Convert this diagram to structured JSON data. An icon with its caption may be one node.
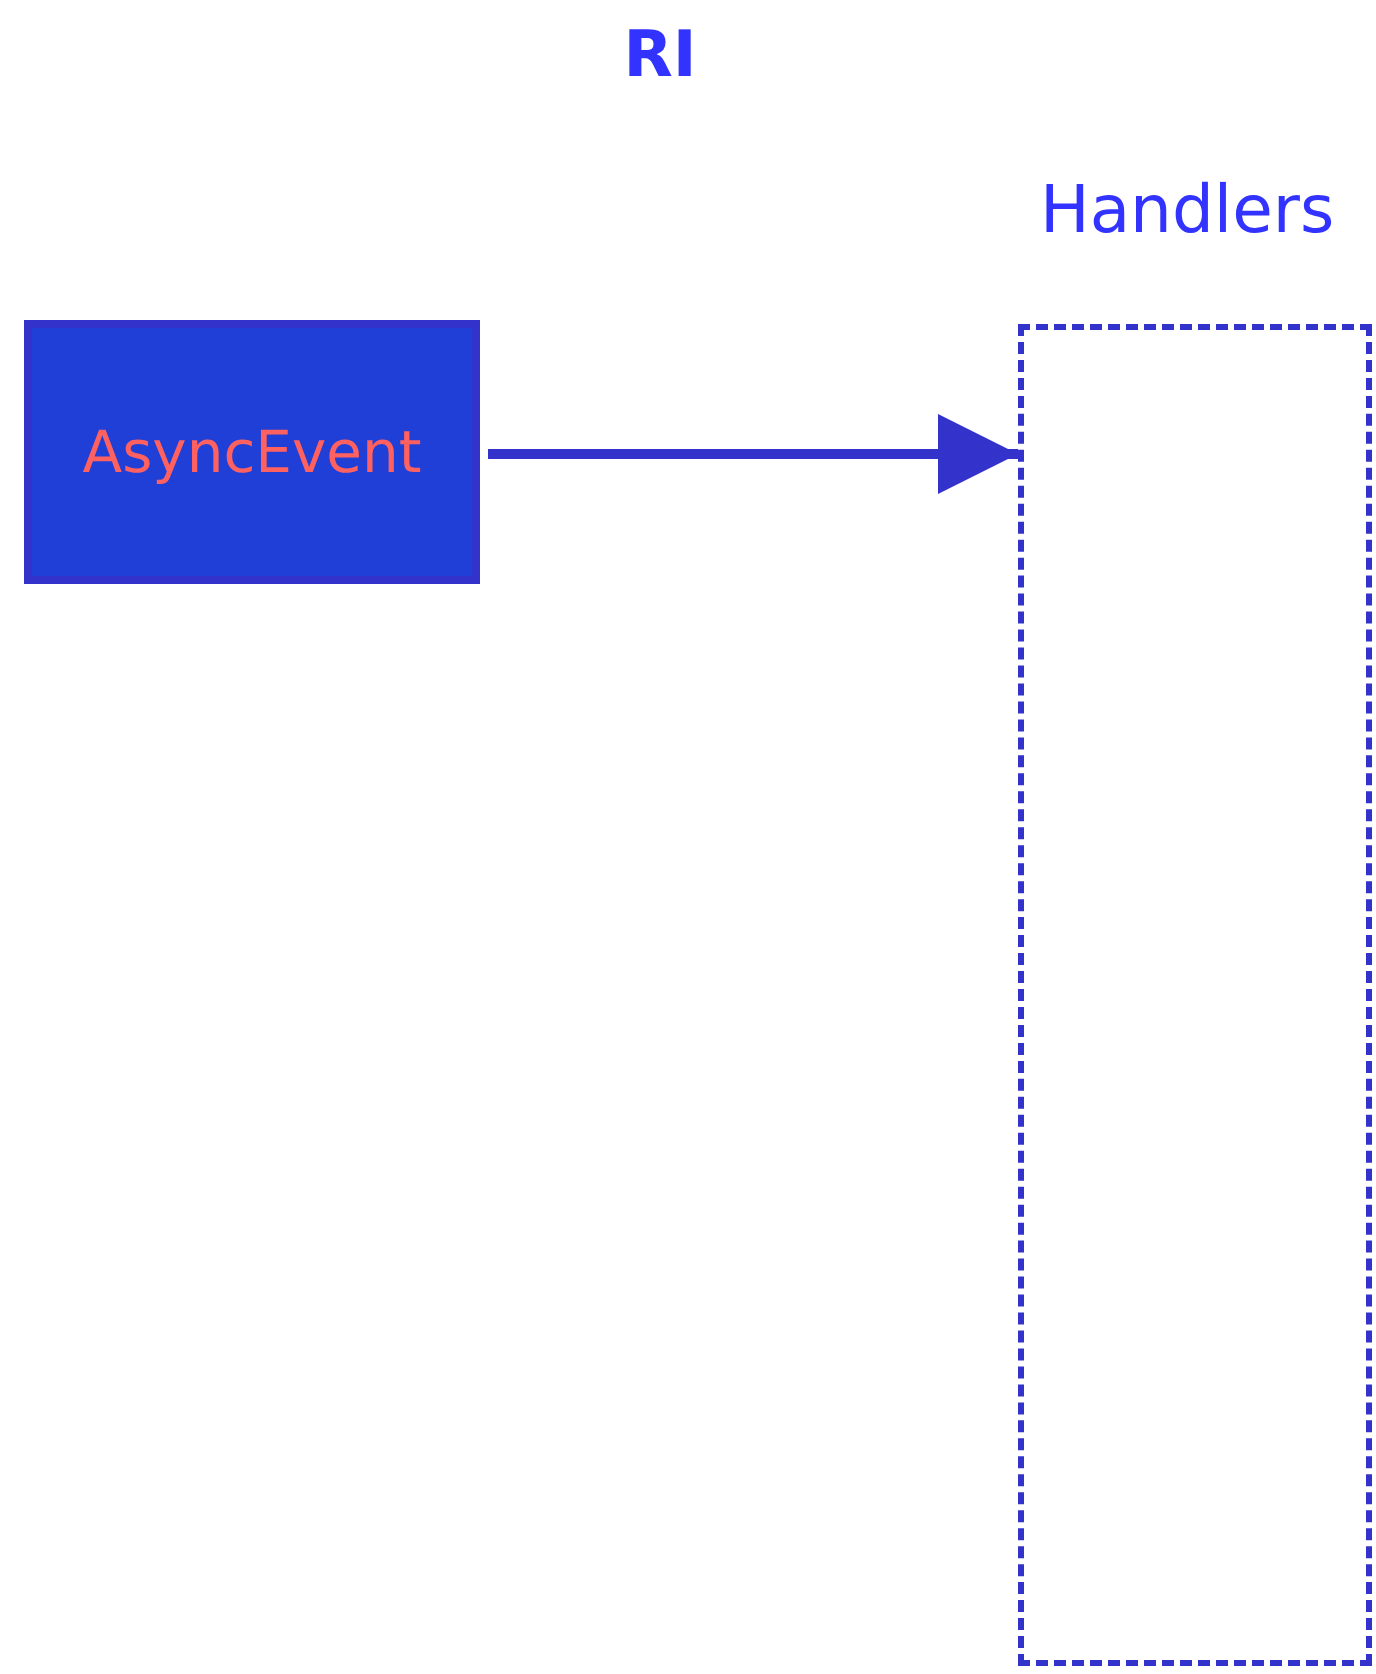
{
  "diagram": {
    "title": "RI",
    "nodes": [
      {
        "text": [
          "AsyncEvent"
        ]
      },
      {
        "text": [
          "Handlers"
        ]
      }
    ],
    "edges": [
      {
        "from": 0,
        "to": 1,
        "arrow": "to"
      }
    ]
  }
}
